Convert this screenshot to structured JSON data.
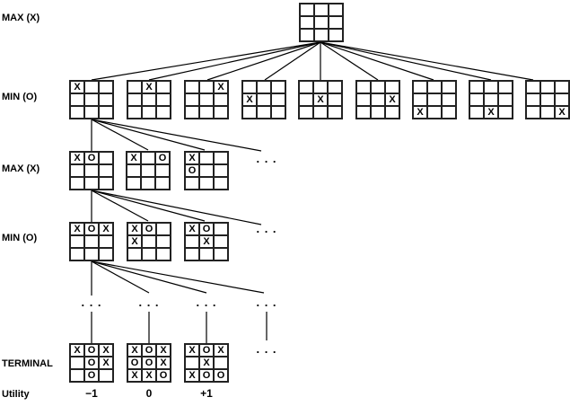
{
  "labels": {
    "level1": "MAX (X)",
    "level2": "MIN (O)",
    "level3": "MAX (X)",
    "level4": "MIN (O)",
    "terminal": "TERMINAL",
    "utility": "Utility"
  },
  "ellipsis": ". . .",
  "boards": {
    "root": [
      "",
      "",
      "",
      "",
      "",
      "",
      "",
      "",
      ""
    ],
    "l2": [
      [
        "X",
        "",
        "",
        "",
        "",
        "",
        "",
        "",
        ""
      ],
      [
        "",
        "X",
        "",
        "",
        "",
        "",
        "",
        "",
        ""
      ],
      [
        "",
        "",
        "X",
        "",
        "",
        "",
        "",
        "",
        ""
      ],
      [
        "",
        "",
        "",
        "X",
        "",
        "",
        "",
        "",
        ""
      ],
      [
        "",
        "",
        "",
        "",
        "X",
        "",
        "",
        "",
        ""
      ],
      [
        "",
        "",
        "",
        "",
        "",
        "X",
        "",
        "",
        ""
      ],
      [
        "",
        "",
        "",
        "",
        "",
        "",
        "X",
        "",
        ""
      ],
      [
        "",
        "",
        "",
        "",
        "",
        "",
        "",
        "X",
        ""
      ],
      [
        "",
        "",
        "",
        "",
        "",
        "",
        "",
        "",
        "X"
      ]
    ],
    "l3": [
      [
        "X",
        "O",
        "",
        "",
        "",
        "",
        "",
        "",
        ""
      ],
      [
        "X",
        "",
        "O",
        "",
        "",
        "",
        "",
        "",
        ""
      ],
      [
        "X",
        "",
        "",
        "O",
        "",
        "",
        "",
        "",
        ""
      ]
    ],
    "l4": [
      [
        "X",
        "O",
        "X",
        "",
        "",
        "",
        "",
        "",
        ""
      ],
      [
        "X",
        "O",
        "",
        "X",
        "",
        "",
        "",
        "",
        ""
      ],
      [
        "X",
        "O",
        "",
        "",
        "X",
        "",
        "",
        "",
        ""
      ]
    ],
    "terminal": [
      [
        "X",
        "O",
        "X",
        "",
        "O",
        "X",
        "",
        "O",
        ""
      ],
      [
        "X",
        "O",
        "X",
        "O",
        "O",
        "X",
        "X",
        "X",
        "O"
      ],
      [
        "X",
        "O",
        "X",
        "",
        "X",
        "",
        "X",
        "O",
        "O"
      ]
    ]
  },
  "utilities": [
    "−1",
    "0",
    "+1"
  ]
}
